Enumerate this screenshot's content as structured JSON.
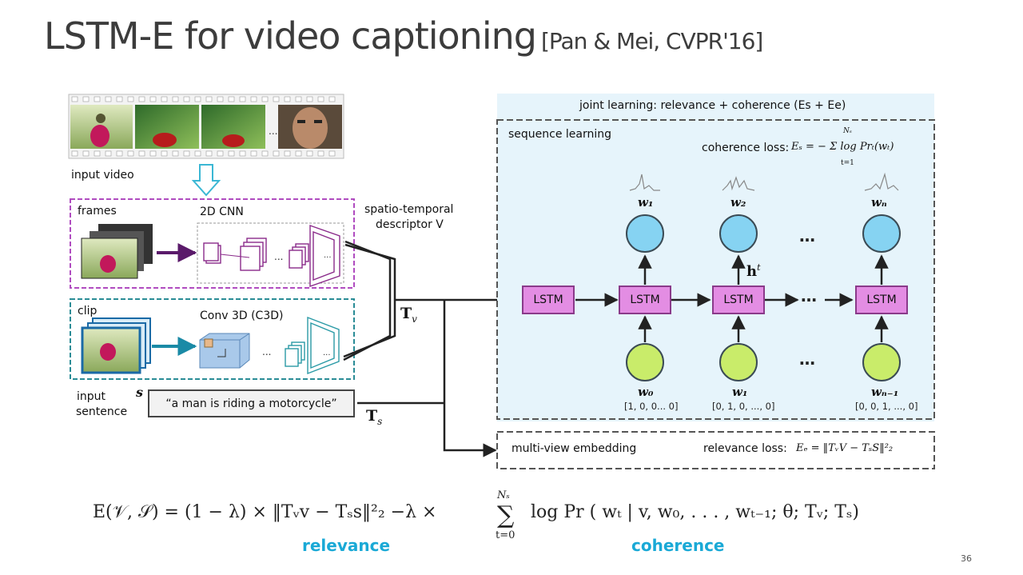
{
  "title": {
    "main": "LSTM-E for video captioning",
    "citation": "[Pan & Mei, CVPR'16]"
  },
  "left": {
    "input_video_label": "input video",
    "frames_label": "frames",
    "cnn2d_label": "2D CNN",
    "clip_label": "clip",
    "conv3d_label": "Conv 3D (C3D)",
    "descriptor_line1": "spatio-temporal",
    "descriptor_line2": "descriptor V",
    "tv_label": "T",
    "tv_sub": "v",
    "ts_label": "T",
    "ts_sub": "s",
    "input_sentence_line1": "input",
    "input_sentence_line2": "sentence",
    "s_label": "s",
    "sentence_text": "“a man is riding a motorcycle”",
    "ellipsis": "..."
  },
  "right": {
    "joint_title": "joint learning: relevance + coherence (Es + Ee)",
    "sequence_label": "sequence learning",
    "coherence_loss_label": "coherence loss:",
    "coherence_formula": "Eₛ = − Σ log Prₜ(wₜ)",
    "sum_top": "Nₛ",
    "sum_bottom": "t=1",
    "lstm_label": "LSTM",
    "outputs": [
      "w₁",
      "w₂",
      "wₙ"
    ],
    "inputs": [
      "w₀",
      "w₁",
      "wₙ₋₁"
    ],
    "input_vectors": [
      "[1, 0, 0... 0]",
      "[0, 1, 0, ..., 0]",
      "[0, 0, 1, ..., 0]"
    ],
    "hidden_label": "h",
    "hidden_sup": "t",
    "dots": "…",
    "multiview_label": "multi-view embedding",
    "relevance_loss_label": "relevance loss:",
    "relevance_formula": "Eₑ = ‖TᵥV − TₛS‖²₂"
  },
  "equation": {
    "text_a": "E(𝒱, 𝒮) = (1 − λ) × ‖Tᵥv − Tₛs‖²₂ −λ ×",
    "sum_top": "Nₛ",
    "sum_bottom": "t=0",
    "text_b": "log Pr ( wₜ | v, w₀, . . . , wₜ₋₁; θ; Tᵥ; Tₛ)",
    "relevance_label": "relevance",
    "coherence_label": "coherence"
  },
  "page_number": "36",
  "colors": {
    "accent_cyan": "#1aa9d6",
    "lstm_pink": "#e38de3",
    "output_blue": "#86d3f2",
    "input_green": "#c9ec6a",
    "panel_bg": "#e6f4fb",
    "frames_border": "#b04cc0",
    "clip_border": "#2a8c96"
  }
}
